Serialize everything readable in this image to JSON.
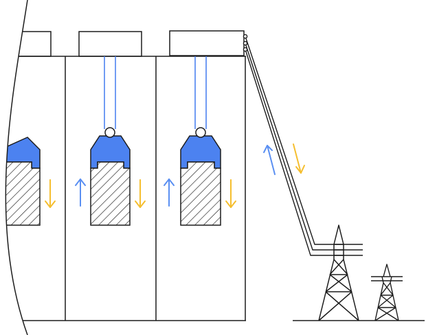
{
  "diagram": {
    "kind": "gravity energy storage illustration",
    "colors": {
      "line": "#1c1c1c",
      "weight_cap": "#4c82f0",
      "cable": "#4c82f0",
      "charge_arrow": "#5a8ff2",
      "discharge_arrow": "#f5be2e",
      "background": "#ffffff"
    },
    "components": {
      "shafts": 3,
      "weights": 3,
      "winch_houses": 3,
      "transmission_towers": 2,
      "power_lines": 3
    },
    "arrows": [
      {
        "name": "shaft-1-discharge",
        "direction": "down",
        "meaning": "discharge"
      },
      {
        "name": "shaft-2-charge",
        "direction": "up",
        "meaning": "charge"
      },
      {
        "name": "shaft-2-discharge",
        "direction": "down",
        "meaning": "discharge"
      },
      {
        "name": "shaft-3-charge",
        "direction": "up",
        "meaning": "charge"
      },
      {
        "name": "shaft-3-discharge",
        "direction": "down",
        "meaning": "discharge"
      },
      {
        "name": "grid-charge",
        "direction": "up",
        "meaning": "charge"
      },
      {
        "name": "grid-discharge",
        "direction": "down",
        "meaning": "discharge"
      }
    ]
  }
}
